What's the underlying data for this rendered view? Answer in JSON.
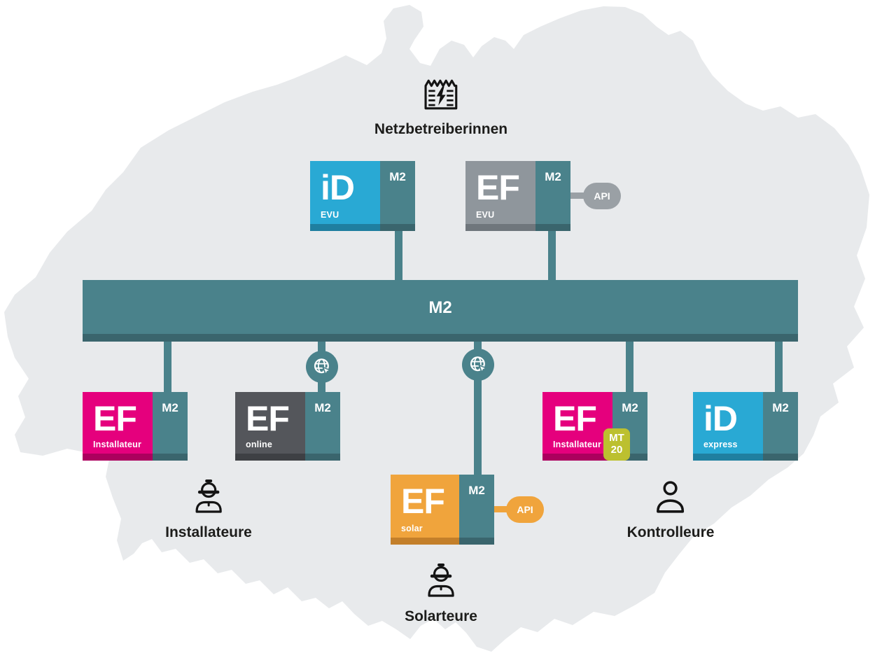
{
  "labels": {
    "netzbetreiberinnen": "Netzbetreiberinnen",
    "installateure": "Installateure",
    "kontrolleure": "Kontrolleure",
    "solarteure": "Solarteure"
  },
  "bus": {
    "label": "M2"
  },
  "nodes": {
    "id_evu": {
      "product": "iD",
      "variant": "EVU",
      "tag": "M2"
    },
    "ef_evu": {
      "product": "EF",
      "variant": "EVU",
      "tag": "M2",
      "api": "API"
    },
    "ef_installateur_left": {
      "product": "EF",
      "variant": "Installateur",
      "tag": "M2"
    },
    "ef_online": {
      "product": "EF",
      "variant": "online",
      "tag": "M2"
    },
    "ef_solar": {
      "product": "EF",
      "variant": "solar",
      "tag": "M2",
      "api": "API"
    },
    "ef_installateur_right": {
      "product": "EF",
      "variant": "Installateur",
      "tag": "M2",
      "badge_line1": "MT",
      "badge_line2": "20"
    },
    "id_express": {
      "product": "iD",
      "variant": "express",
      "tag": "M2"
    }
  },
  "colors": {
    "cyan": "#29a9d4",
    "cyanDark": "#1f7fa0",
    "teal": "#4a828b",
    "tealDark": "#3a656d",
    "gray": "#8f969c",
    "grayDark": "#6f767c",
    "darkgray": "#54565b",
    "darkgrayDark": "#3e4044",
    "magenta": "#e5007d",
    "magentaDark": "#ac005e",
    "orange": "#f0a43c",
    "orangeDark": "#c37f2a",
    "olive": "#bcc02f",
    "apiGray": "#9aa0a5",
    "mapGray": "#e8eaec",
    "text": "#1d1d1b"
  }
}
